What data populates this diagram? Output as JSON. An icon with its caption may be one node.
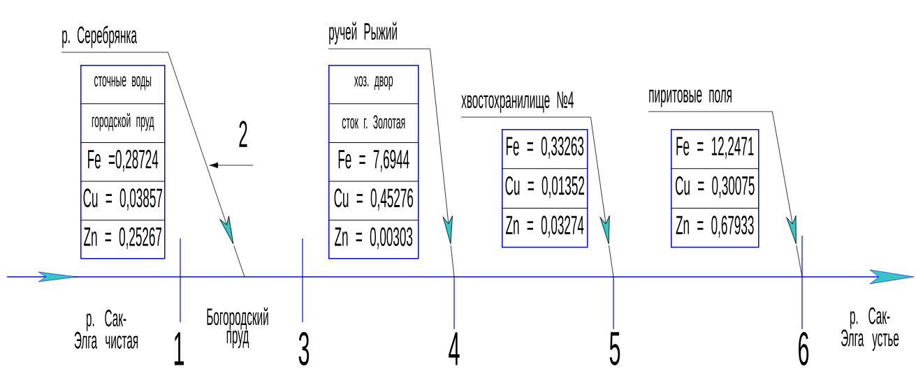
{
  "diagram": {
    "nodes": [
      {
        "text": [
          "р. Серебрянка"
        ]
      },
      {
        "text": [
          "сточные воды",
          "городской пруд",
          "Fe =0,28724",
          "Cu = 0,03857",
          "Zn = 0,25267"
        ]
      },
      {
        "text": [
          "ручей Рыжий"
        ]
      },
      {
        "text": [
          "хоз. двор",
          "сток г. Золотая",
          "Fe = 7,6944",
          "Cu = 0,45276",
          "Zn = 0,00303"
        ]
      },
      {
        "text": [
          "хвостохранилище №4"
        ]
      },
      {
        "text": [
          "Fe = 0,33263",
          "Cu = 0,01352",
          "Zn = 0,03274"
        ]
      },
      {
        "text": [
          "пиритовые поля"
        ]
      },
      {
        "text": [
          "Fe = 12,2471",
          "Cu = 0,30075",
          "Zn = 0,67933"
        ]
      }
    ],
    "edges": [
      {
        "from": 0,
        "to": null,
        "arrow": "to"
      },
      {
        "from": 2,
        "to": null,
        "arrow": "to"
      },
      {
        "from": 4,
        "to": null,
        "arrow": "to"
      },
      {
        "from": 6,
        "to": null,
        "arrow": "to"
      }
    ],
    "labels": [
      "2",
      "р. Сак-Элга чистая",
      "1",
      "Богородский пруд",
      "3",
      "4",
      "5",
      "6",
      "р. Сак-Элга устье"
    ]
  }
}
